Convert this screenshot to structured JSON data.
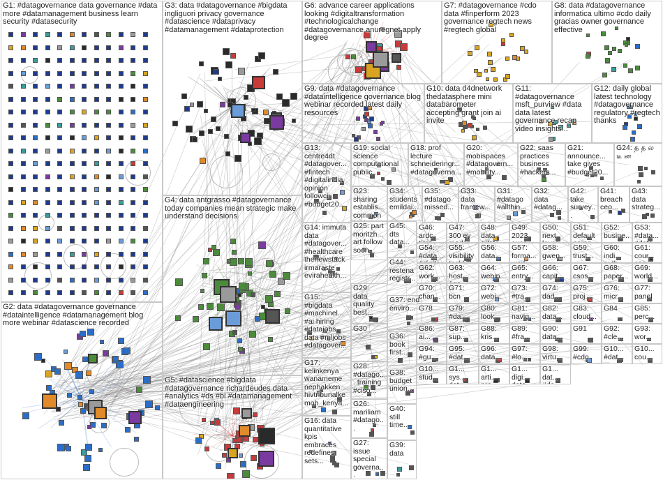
{
  "palette": [
    "#1f3b8f",
    "#2a6ec9",
    "#4a8c3a",
    "#7a3aa0",
    "#c93a3a",
    "#d9a520",
    "#3a9c9c",
    "#555555",
    "#9a9a9a",
    "#e08a2a",
    "#2a2a2a",
    "#6a9cd9"
  ],
  "groups": [
    {
      "id": "G1",
      "text": "G1: #datagovernance data governance #data more #datamanagement business learn security #datasecurity",
      "color": "#1f3b8f"
    },
    {
      "id": "G2",
      "text": "G2: data #datagovernance governance #dataintelligence #datamanagement blog more webinar #datascience recorded",
      "color": "#2a6ec9"
    },
    {
      "id": "G3",
      "text": "G3: data #datagovernance #bigdata ingliguori privacy governance #datascience #dataprivacy #datamanagement #dataprotection",
      "color": "#2a2a2a"
    },
    {
      "id": "G4",
      "text": "G4: data antgrasso #datagovernance today companies mean strategic make understand decisions",
      "color": "#4a8c3a"
    },
    {
      "id": "G5",
      "text": "G5: #datascience #bigdata #datagovernance richardeudes data #analytics #ds #bi #datamanagement #dataengineering",
      "color": "#c93a3a"
    },
    {
      "id": "G6",
      "text": "G6: advance career applications looking #digitaltransformation #technologicalchange #datagovernance anuregnet apply degree",
      "color": "#c93a3a"
    },
    {
      "id": "G7",
      "text": "G7: #datagovernance #cdo data #finperform 2023 governance regtech news #regtech global",
      "color": "#d9a520"
    },
    {
      "id": "G8",
      "text": "G8: data #datagovernance informatica ultimo #cdo daily gracias owner governance effective",
      "color": "#4a8c3a"
    },
    {
      "id": "G9",
      "text": "G9: data #datagovernance #dataintelligence governance blog webinar recorded latest daily resources",
      "color": "#7a3aa0"
    },
    {
      "id": "G10",
      "text": "G10: data d4dnetwork thedatasphere mini databarometer accepting grant join ai invite",
      "color": "#555555"
    },
    {
      "id": "G11",
      "text": "G11: #datagovernance msft_purview #data data latest governance recap video insights...",
      "color": "#3a9c9c"
    },
    {
      "id": "G12",
      "text": "G12: daily global latest technology #datagovernance regulatory #regtech thanks",
      "color": "#2a6ec9"
    },
    {
      "id": "G13",
      "text": "G13: centre4dt #datagover... #fintech #digitalindia opinion followcii #budget20...",
      "color": "#555555"
    },
    {
      "id": "G14",
      "text": "G14: immuta data #datagover... #healthcare thenewstack irmaraste evirahealth...",
      "color": "#555555"
    },
    {
      "id": "G15",
      "text": "G15: #bigdata #machinel... #ai hiring #datajobs data #mljobs #datagover...",
      "color": "#555555"
    },
    {
      "id": "G16",
      "text": "G16: data quantitative kpis embraces redefines sets...",
      "color": "#555555"
    },
    {
      "id": "G17",
      "text": "G17: kelinkenya wanameme nephakken hivtribunalke moh_kenya...",
      "color": "#555555"
    },
    {
      "id": "G18",
      "text": "G18: prof lecture schneideringr... #datagoverna...",
      "color": "#555555"
    },
    {
      "id": "G19",
      "text": "G19: social science computational public...",
      "color": "#555555"
    },
    {
      "id": "G20",
      "text": "G20: mobispaces #datagovern... #mobility...",
      "color": "#555555"
    },
    {
      "id": "G21",
      "text": "G21: announce... take gives #budget20...",
      "color": "#555555"
    },
    {
      "id": "G22",
      "text": "G22: saas practices business #hackers...",
      "color": "#555555"
    },
    {
      "id": "G23",
      "text": "G23: sharing establis... common budget...",
      "color": "#555555"
    },
    {
      "id": "G24",
      "text": "G24: த த ல டீ ன",
      "color": "#555555"
    },
    {
      "id": "G25",
      "text": "G25: part moritzh... art follow soon...",
      "color": "#555555"
    },
    {
      "id": "G26",
      "text": "G26: mariliam #datago...",
      "color": "#555555"
    },
    {
      "id": "G27",
      "text": "G27: issue special governa...",
      "color": "#555555"
    },
    {
      "id": "G28",
      "text": "G28: #datago... training #ciso...",
      "color": "#555555"
    },
    {
      "id": "G29",
      "text": "G29: data quality best...",
      "color": "#555555"
    },
    {
      "id": "G30",
      "text": "G30",
      "color": "#555555"
    },
    {
      "id": "G31",
      "text": "G31: #datago #allthin...",
      "color": "#555555"
    },
    {
      "id": "G32",
      "text": "G32: data #datag...",
      "color": "#555555"
    },
    {
      "id": "G33",
      "text": "G33: data framew...",
      "color": "#555555"
    },
    {
      "id": "G34",
      "text": "G34: students emildai...",
      "color": "#555555"
    },
    {
      "id": "G35",
      "text": "G35: #datago missed...",
      "color": "#555555"
    },
    {
      "id": "G36",
      "text": "G36: book first...",
      "color": "#555555"
    },
    {
      "id": "G37",
      "text": "G37: end enviro...",
      "color": "#555555"
    },
    {
      "id": "G38",
      "text": "G38: budget union...",
      "color": "#555555"
    },
    {
      "id": "G39",
      "text": "G39: data",
      "color": "#555555"
    },
    {
      "id": "G40",
      "text": "G40: still time...",
      "color": "#555555"
    },
    {
      "id": "G41",
      "text": "G41: breach ceo...",
      "color": "#555555"
    },
    {
      "id": "G42",
      "text": "G42: take survey...",
      "color": "#555555"
    },
    {
      "id": "G43",
      "text": "G43: data strateg...",
      "color": "#555555"
    },
    {
      "id": "G44",
      "text": "G44: restena registr...",
      "color": "#555555"
    },
    {
      "id": "G45",
      "text": "G45: dts data...",
      "color": "#555555"
    }
  ],
  "small_groups": [
    {
      "id": "G46",
      "text": "G46: ardc time...",
      "color": "#555555"
    },
    {
      "id": "G47",
      "text": "G47: 300 ey moder...",
      "color": "#555555"
    },
    {
      "id": "G48",
      "text": "G48: data #data...",
      "color": "#555555"
    },
    {
      "id": "G49",
      "text": "G49: 2023 auss...",
      "color": "#555555"
    },
    {
      "id": "G50",
      "text": "G50: next layer...",
      "color": "#555555"
    },
    {
      "id": "G51",
      "text": "G51: default naren...",
      "color": "#555555"
    },
    {
      "id": "G52",
      "text": "G52: busine... #data...",
      "color": "#555555"
    },
    {
      "id": "G53",
      "text": "G53: #data... #data...",
      "color": "#555555"
    },
    {
      "id": "G54",
      "text": "G54: #data... #digita...",
      "color": "#555555"
    },
    {
      "id": "G55",
      "text": "G55: visibility techb...",
      "color": "#555555"
    },
    {
      "id": "G56",
      "text": "G56: data...",
      "color": "#555555"
    },
    {
      "id": "G57",
      "text": "G57: forma... work...",
      "color": "#555555"
    },
    {
      "id": "G58",
      "text": "G58: gwen...",
      "color": "#555555"
    },
    {
      "id": "G59",
      "text": "G59: trust...",
      "color": "#555555"
    },
    {
      "id": "G60",
      "text": "G60: indi... auth...",
      "color": "#555555"
    },
    {
      "id": "G61",
      "text": "G61: cour... ses...",
      "color": "#555555"
    },
    {
      "id": "G62",
      "text": "G62: work...",
      "color": "#555555"
    },
    {
      "id": "G63",
      "text": "G63: host... #go...",
      "color": "#555555"
    },
    {
      "id": "G64",
      "text": "G64: webin...",
      "color": "#555555"
    },
    {
      "id": "G65",
      "text": "G65: entry...",
      "color": "#555555"
    },
    {
      "id": "G66",
      "text": "G66: capit...",
      "color": "#555555"
    },
    {
      "id": "G67",
      "text": "G67: csos...",
      "color": "#555555"
    },
    {
      "id": "G68",
      "text": "G68: paper...",
      "color": "#555555"
    },
    {
      "id": "G69",
      "text": "G69: world...",
      "color": "#555555"
    },
    {
      "id": "G70",
      "text": "G70: chan...",
      "color": "#555555"
    },
    {
      "id": "G71",
      "text": "G71: bcn",
      "color": "#555555"
    },
    {
      "id": "G72",
      "text": "G72: webi...",
      "color": "#555555"
    },
    {
      "id": "G73",
      "text": "G73: #tra...",
      "color": "#555555"
    },
    {
      "id": "G74",
      "text": "G74: dad...",
      "color": "#555555"
    },
    {
      "id": "G75",
      "text": "G75: proj...",
      "color": "#555555"
    },
    {
      "id": "G76",
      "text": "G76: micr...",
      "color": "#555555"
    },
    {
      "id": "G77",
      "text": "G77: panel",
      "color": "#555555"
    },
    {
      "id": "G78",
      "text": "G78",
      "color": "#555555"
    },
    {
      "id": "G79",
      "text": "G79: #da...",
      "color": "#555555"
    },
    {
      "id": "G80",
      "text": "G80: look",
      "color": "#555555"
    },
    {
      "id": "G81",
      "text": "G81: navig...",
      "color": "#555555"
    },
    {
      "id": "G82",
      "text": "G82: data...",
      "color": "#555555"
    },
    {
      "id": "G83",
      "text": "G83: cloud...",
      "color": "#555555"
    },
    {
      "id": "G84",
      "text": "G84",
      "color": "#555555"
    },
    {
      "id": "G85",
      "text": "G85: perc...",
      "color": "#555555"
    },
    {
      "id": "G86",
      "text": "G86: ai...",
      "color": "#555555"
    },
    {
      "id": "G87",
      "text": "G87: sup...",
      "color": "#555555"
    },
    {
      "id": "G88",
      "text": "G88: kris...",
      "color": "#555555"
    },
    {
      "id": "G89",
      "text": "G89: #fra...",
      "color": "#555555"
    },
    {
      "id": "G90",
      "text": "G90: data...",
      "color": "#555555"
    },
    {
      "id": "G91",
      "text": "G91",
      "color": "#555555"
    },
    {
      "id": "G92",
      "text": "G92: #cle...",
      "color": "#555555"
    },
    {
      "id": "G93",
      "text": "G93: wor...",
      "color": "#555555"
    },
    {
      "id": "G94",
      "text": "G94: #gu...",
      "color": "#555555"
    },
    {
      "id": "G95",
      "text": "G95: #dat...",
      "color": "#555555"
    },
    {
      "id": "G96",
      "text": "G96: data...",
      "color": "#555555"
    },
    {
      "id": "G97",
      "text": "G97: #lo...",
      "color": "#555555"
    },
    {
      "id": "G98",
      "text": "G98: virtu...",
      "color": "#555555"
    },
    {
      "id": "G99",
      "text": "G99: #cdo",
      "color": "#555555"
    },
    {
      "id": "G10x_a",
      "text": "G10... #dat...",
      "color": "#555555"
    },
    {
      "id": "G10x_b",
      "text": "G10... cou...",
      "color": "#555555"
    },
    {
      "id": "G10x_c",
      "text": "G10... stud...",
      "color": "#555555"
    },
    {
      "id": "G1x_a",
      "text": "G1... sys... dat...",
      "color": "#555555"
    },
    {
      "id": "G1x_b",
      "text": "G1... arti... pro...",
      "color": "#555555"
    },
    {
      "id": "G1x_c",
      "text": "G1... digi... data...",
      "color": "#555555"
    },
    {
      "id": "G1x_d",
      "text": "G1... dat... #da...",
      "color": "#555555"
    }
  ]
}
